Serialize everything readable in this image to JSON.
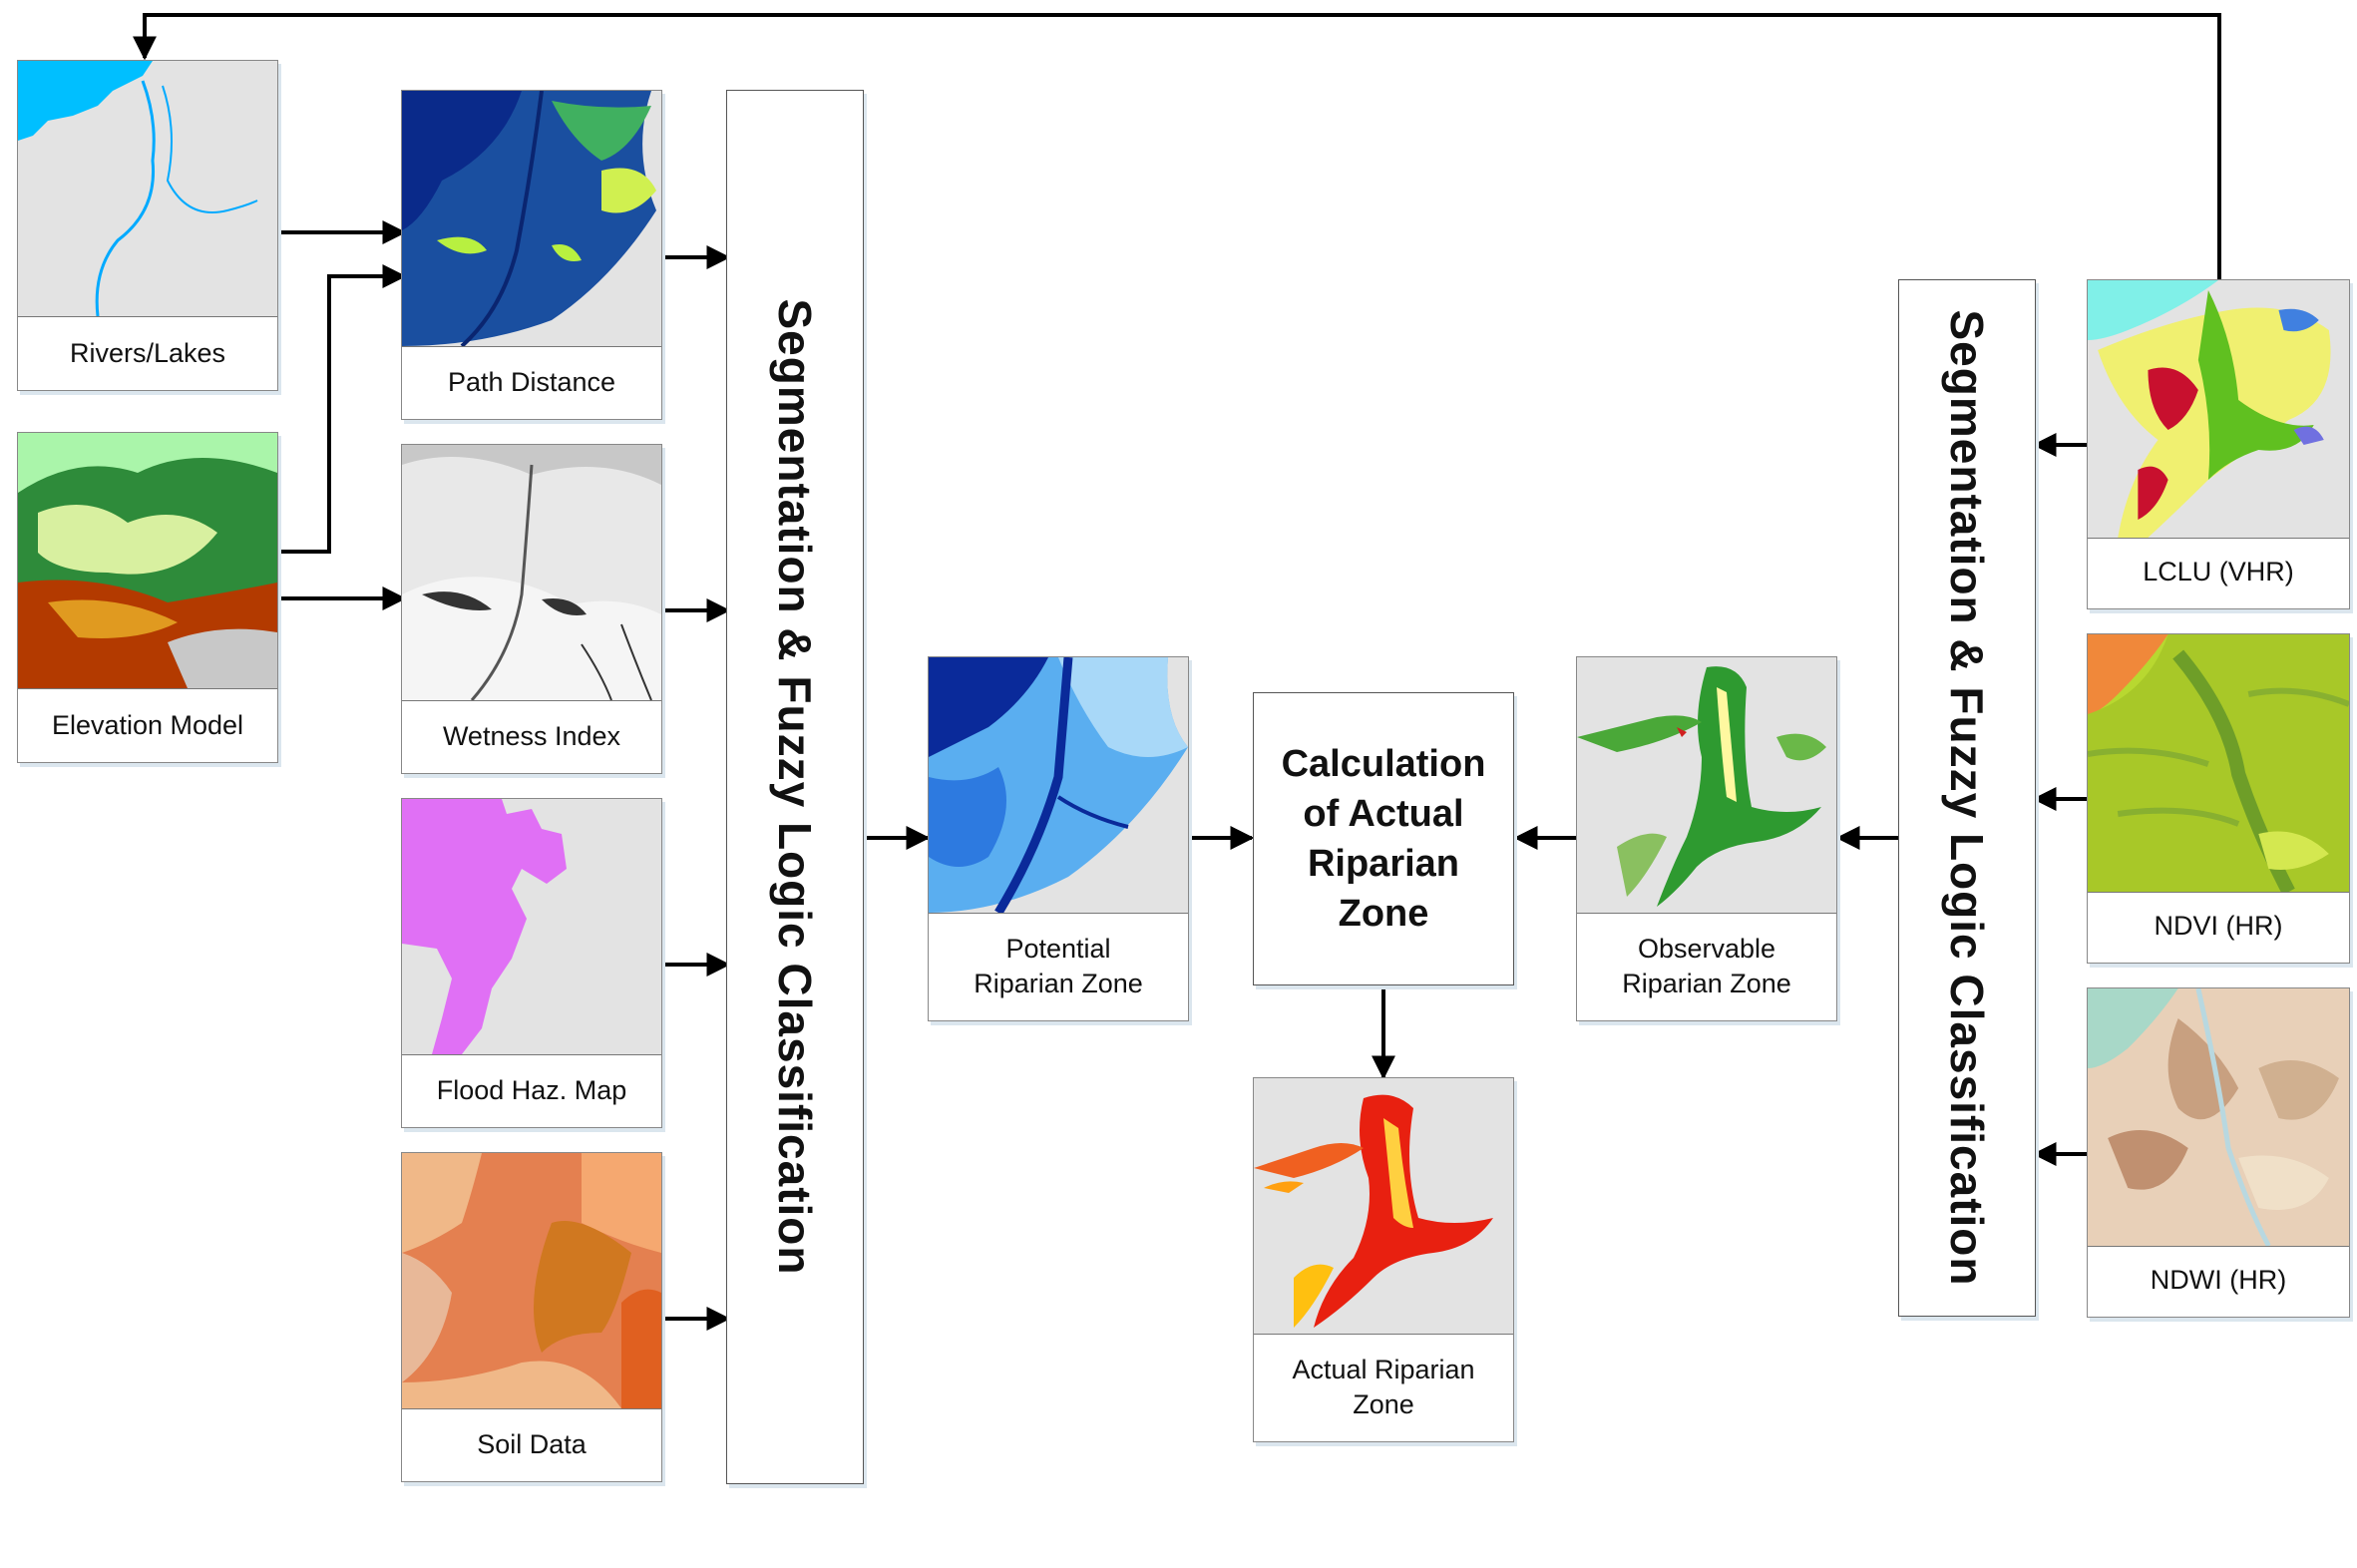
{
  "inputs_left": {
    "rivers_lakes": "Rivers/Lakes",
    "elevation_model": "Elevation Model"
  },
  "derived": {
    "path_distance": "Path Distance",
    "wetness_index": "Wetness Index",
    "flood_haz_map": "Flood Haz. Map",
    "soil_data": "Soil Data"
  },
  "classification_left": "Segmentation & Fuzzy Logic Classification",
  "potential_zone": [
    "Potential",
    "Riparian Zone"
  ],
  "calculation": [
    "Calculation",
    "of Actual",
    "Riparian",
    "Zone"
  ],
  "actual_zone": [
    "Actual Riparian",
    "Zone"
  ],
  "observable_zone": [
    "Observable",
    "Riparian Zone"
  ],
  "classification_right": "Segmentation & Fuzzy Logic Classification",
  "inputs_right": {
    "lclu": "LCLU (VHR)",
    "ndvi": "NDVI (HR)",
    "ndwi": "NDWI (HR)"
  },
  "colors": {
    "arrow": "#000000",
    "card_border": "#888888",
    "shadow": "#dbe6ee",
    "water": "#00bfff",
    "background_gray": "#e3e3e3"
  }
}
